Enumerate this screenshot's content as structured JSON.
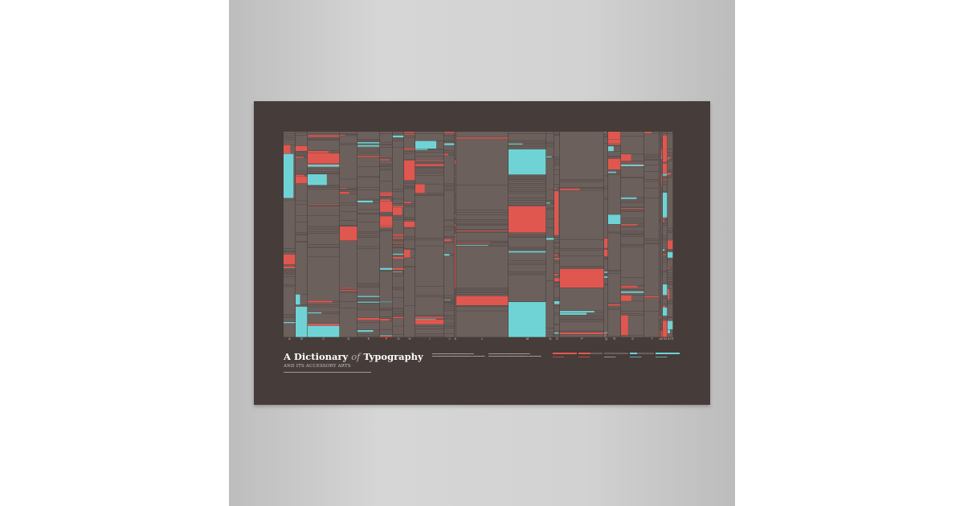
{
  "poster": {
    "title_part1": "A Dictionary ",
    "title_of": "of",
    "title_part2": " Typography",
    "subtitle": "AND ITS ACCESSORY ARTS",
    "letters": [
      "A",
      "B",
      "C",
      "D",
      "E",
      "F",
      "G",
      "H",
      "I",
      "J",
      "K",
      "L",
      "M",
      "N",
      "O",
      "P",
      "Q",
      "R",
      "S",
      "T",
      "U",
      "V",
      "W",
      "XYZ"
    ]
  },
  "colors": {
    "background": "#463c3a",
    "cell": "#6b605c",
    "red": "#e0574f",
    "cyan": "#6fd3d6",
    "wall": "#d2d2d2"
  },
  "legend": [
    {
      "color": "red",
      "fill": 1.0
    },
    {
      "color": "red",
      "fill": 0.5
    },
    {
      "color": "cell",
      "fill": 1.0
    },
    {
      "color": "cyan",
      "fill": 0.3
    },
    {
      "color": "cyan",
      "fill": 1.0
    }
  ]
}
